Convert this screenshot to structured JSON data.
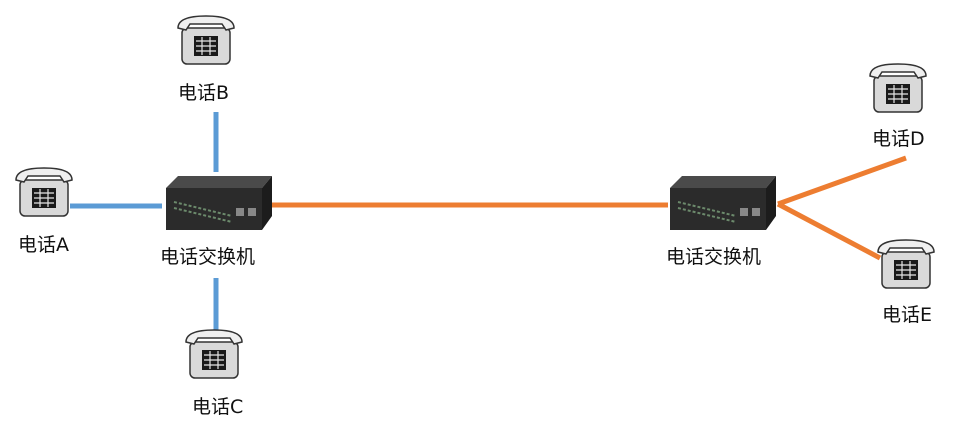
{
  "colors": {
    "local_link": "#5b9bd5",
    "trunk_link": "#ed7d31",
    "phone_body": "#d9d9d9",
    "phone_outline": "#333333",
    "switch_body": "#2b2b2b",
    "background": "#ffffff"
  },
  "nodes": {
    "phone_a": {
      "label": "电话A",
      "icon": "telephone-icon"
    },
    "phone_b": {
      "label": "电话B",
      "icon": "telephone-icon"
    },
    "phone_c": {
      "label": "电话C",
      "icon": "telephone-icon"
    },
    "phone_d": {
      "label": "电话D",
      "icon": "telephone-icon"
    },
    "phone_e": {
      "label": "电话E",
      "icon": "telephone-icon"
    },
    "switch_left": {
      "label": "电话交换机",
      "icon": "pbx-switch-icon"
    },
    "switch_right": {
      "label": "电话交换机",
      "icon": "pbx-switch-icon"
    }
  }
}
